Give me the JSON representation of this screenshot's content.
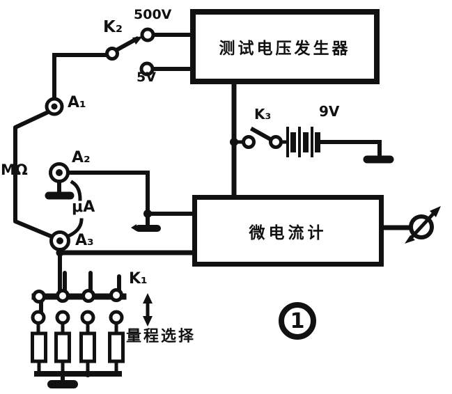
{
  "diagram": {
    "title_boxes": {
      "generator": "测试电压发生器",
      "galvanometer": "微电流计"
    },
    "terminals": {
      "a1": "A₁",
      "a2": "A₂",
      "a3": "A₃"
    },
    "switches": {
      "k1": "K₁",
      "k2": "K₂",
      "k3": "K₃"
    },
    "voltages": {
      "v500": "500V",
      "v5": "5V",
      "v9": "9V"
    },
    "ranges": {
      "mohm": "MΩ",
      "ua": "μA"
    },
    "annotations": {
      "range_select": "量程选择",
      "figure_number": "1"
    }
  },
  "colors": {
    "ink": "#111111",
    "paper": "#ffffff"
  }
}
